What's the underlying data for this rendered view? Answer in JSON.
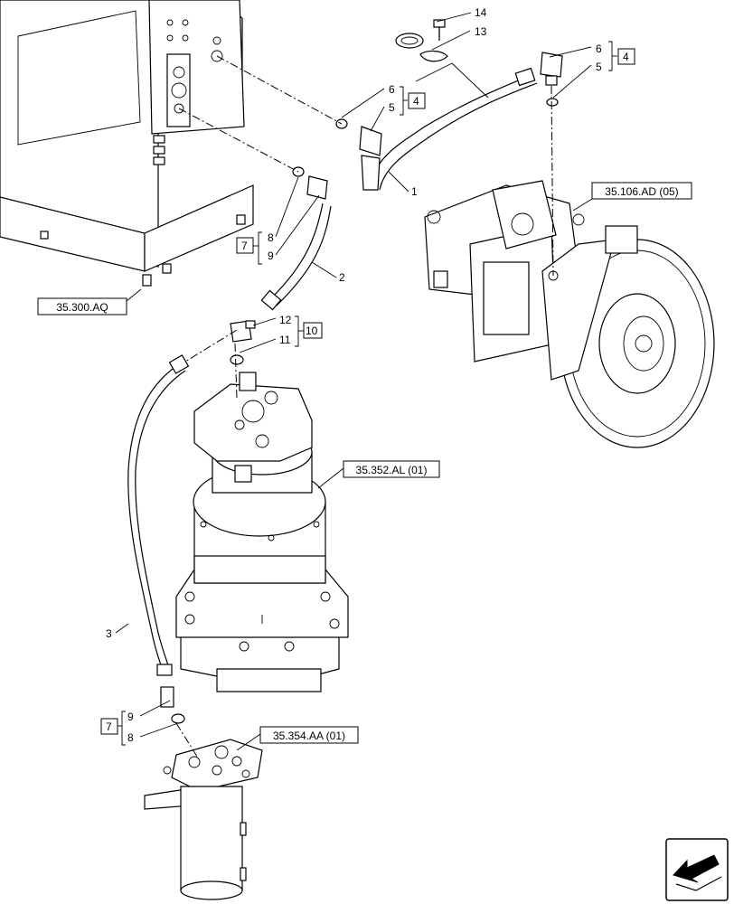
{
  "callouts": {
    "c1": "1",
    "c2": "2",
    "c3": "3",
    "c5a": "5",
    "c6a": "6",
    "c5b": "5",
    "c6b": "6",
    "c8a": "8",
    "c9a": "9",
    "c8b": "8",
    "c9b": "9",
    "c11": "11",
    "c12": "12",
    "c13": "13",
    "c14": "14"
  },
  "kits": {
    "k4a": "4",
    "k4b": "4",
    "k7a": "7",
    "k7b": "7",
    "k10": "10"
  },
  "references": {
    "ref_300": "35.300.AQ",
    "ref_106": "35.106.AD (05)",
    "ref_352": "35.352.AL (01)",
    "ref_354": "35.354.AA (01)"
  },
  "icons": {
    "nav": "arrow-left-down-icon"
  }
}
